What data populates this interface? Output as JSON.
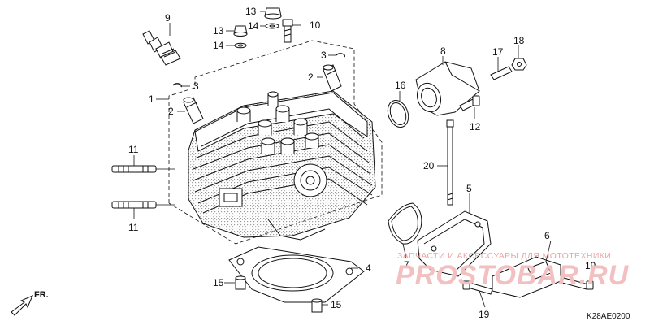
{
  "diagram": {
    "callouts": {
      "c9": "9",
      "c13a": "13",
      "c10": "10",
      "c13b": "13",
      "c14a": "14",
      "c14b": "14",
      "c3a": "3",
      "c2a": "2",
      "c3b": "3",
      "c1": "1",
      "c2b": "2",
      "c8": "8",
      "c17": "17",
      "c18": "18",
      "c16": "16",
      "c12": "12",
      "c11a": "11",
      "c11b": "11",
      "c20": "20",
      "c5": "5",
      "c7": "7",
      "c6": "6",
      "c4": "4",
      "c19a": "19",
      "c19b": "19",
      "c15a": "15",
      "c15b": "15"
    },
    "watermark_line1": "ЗАПЧАСТИ И АКСЕССУАРЫ ДЛЯ МОТОТЕХНИКИ",
    "watermark_line2": "PROSTOBAR.RU",
    "diagram_code": "K28AE0200",
    "direction_label": "FR."
  },
  "colors": {
    "line": "#111111",
    "watermark": "#e8a6a6",
    "stipple": "#bbbbbb"
  }
}
